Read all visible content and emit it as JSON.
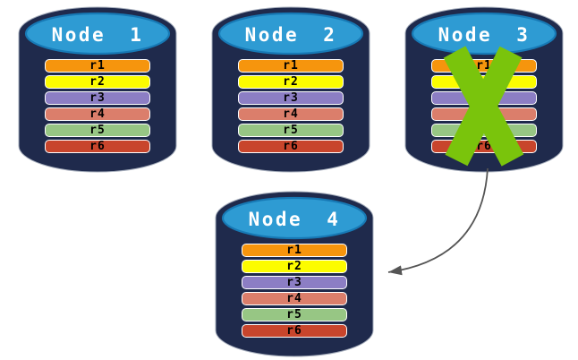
{
  "canvas": {
    "background_color": "#FFFFFF"
  },
  "styles": {
    "cylinder_body_color": "#1F2A4C",
    "cylinder_outline_color": "#A6AEBC",
    "lid_fill_color": "#2E9BD3",
    "lid_border_color": "#1779B5",
    "node_label_color": "#FFFFFF",
    "record_border_color": "#FFFFFF",
    "record_text_color": "#000000",
    "failure_x_color": "#7AC40C",
    "arrow_color": "#555555"
  },
  "nodes": [
    {
      "label": "Node 1",
      "failed": false,
      "records": [
        {
          "label": "r1",
          "color": "#F6950D"
        },
        {
          "label": "r2",
          "color": "#FCFC00"
        },
        {
          "label": "r3",
          "color": "#8C7EC4"
        },
        {
          "label": "r4",
          "color": "#DB7E6B"
        },
        {
          "label": "r5",
          "color": "#97C684"
        },
        {
          "label": "r6",
          "color": "#C8452C"
        }
      ]
    },
    {
      "label": "Node 2",
      "failed": false,
      "records": [
        {
          "label": "r1",
          "color": "#F6950D"
        },
        {
          "label": "r2",
          "color": "#FCFC00"
        },
        {
          "label": "r3",
          "color": "#8C7EC4"
        },
        {
          "label": "r4",
          "color": "#DB7E6B"
        },
        {
          "label": "r5",
          "color": "#97C684"
        },
        {
          "label": "r6",
          "color": "#C8452C"
        }
      ]
    },
    {
      "label": "Node 3",
      "failed": true,
      "records": [
        {
          "label": "r1",
          "color": "#F6950D"
        },
        {
          "label": "r2",
          "color": "#FCFC00"
        },
        {
          "label": "r3",
          "color": "#8C7EC4"
        },
        {
          "label": "r4",
          "color": "#DB7E6B"
        },
        {
          "label": "r5",
          "color": "#97C684"
        },
        {
          "label": "r6",
          "color": "#C8452C"
        }
      ]
    },
    {
      "label": "Node 4",
      "failed": false,
      "records": [
        {
          "label": "r1",
          "color": "#F6950D"
        },
        {
          "label": "r2",
          "color": "#FCFC00"
        },
        {
          "label": "r3",
          "color": "#8C7EC4"
        },
        {
          "label": "r4",
          "color": "#DB7E6B"
        },
        {
          "label": "r5",
          "color": "#97C684"
        },
        {
          "label": "r6",
          "color": "#C8452C"
        }
      ]
    }
  ],
  "failure": {
    "node": "Node 3",
    "icon": "x-cross-icon"
  },
  "arrow": {
    "from": "Node 3",
    "to": "Node 4",
    "style": "curved",
    "icon": "arrowhead-icon"
  }
}
